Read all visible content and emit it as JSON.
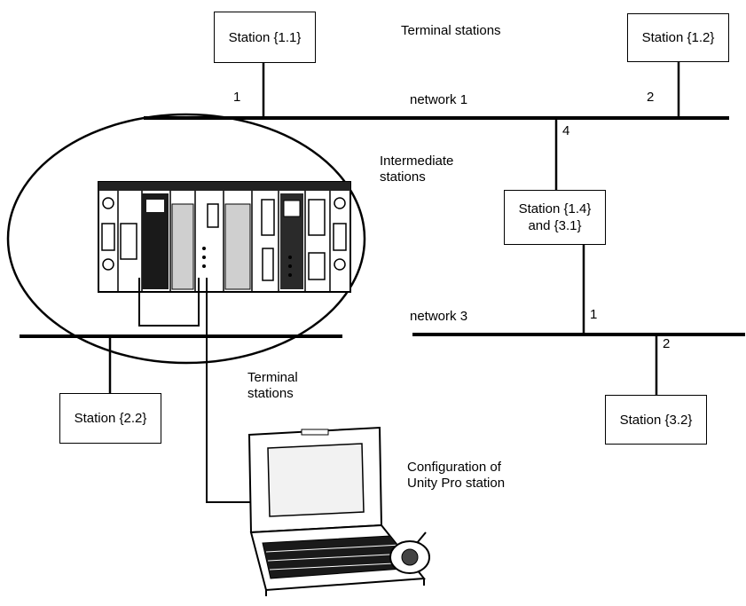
{
  "stations": {
    "s11": "Station {1.1}",
    "s12": "Station {1.2}",
    "s14_line1": "Station {1.4}",
    "s14_line2": "and {3.1}",
    "s22": "Station {2.2}",
    "s32": "Station {3.2}"
  },
  "labels": {
    "terminal_top": "Terminal stations",
    "network1": "network 1",
    "network3": "network 3",
    "intermediate_line1": "Intermediate",
    "intermediate_line2": "stations",
    "terminal_mid_line1": "Terminal",
    "terminal_mid_line2": "stations",
    "config_line1": "Configuration of",
    "config_line2": "Unity Pro station"
  },
  "connection_numbers": {
    "n1_s11": "1",
    "n1_s12": "2",
    "n1_s14": "4",
    "n3_s31": "1",
    "n3_s32": "2"
  }
}
